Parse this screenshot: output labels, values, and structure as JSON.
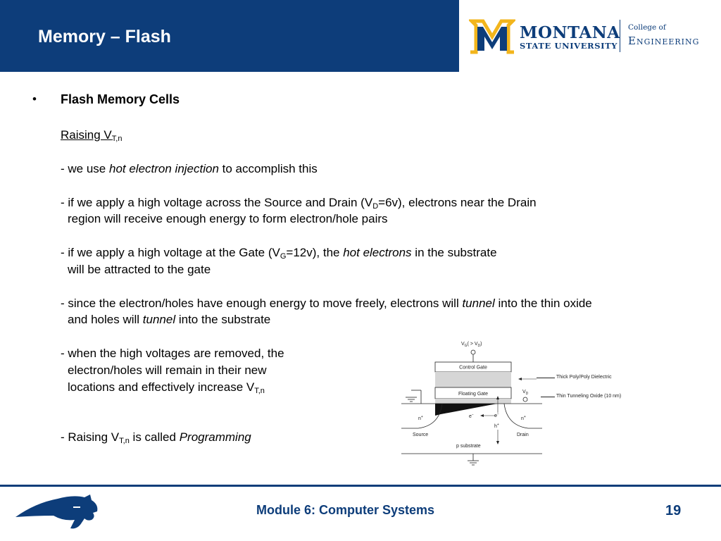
{
  "header": {
    "title": "Memory – Flash",
    "logo": {
      "line1": "MONTANA",
      "line2": "STATE UNIVERSITY",
      "line3": "College of",
      "line4": "Engineering",
      "mark": "M"
    }
  },
  "colors": {
    "brand_blue": "#0d3d7a",
    "brand_gold": "#f2b51c"
  },
  "body": {
    "bullet": "•",
    "heading": "Flash Memory Cells",
    "subheading": {
      "text": "Raising V",
      "sub": "T,n"
    },
    "p1": {
      "a": "- we use ",
      "b_italic": "hot electron injection",
      "c": " to accomplish this"
    },
    "p2": {
      "l1a": "- if we apply a high voltage across the Source and Drain (V",
      "l1sub": "D",
      "l1b": "=6v), electrons near the Drain",
      "l2": "region will receive enough energy to form electron/hole pairs"
    },
    "p3": {
      "l1a": "- if we apply a high voltage at the Gate (V",
      "l1sub": "G",
      "l1b": "=12v), the ",
      "l1italic": "hot electrons",
      "l1c": " in the substrate",
      "l2": "will be attracted to the gate"
    },
    "p4": {
      "l1a": "- since the electron/holes have enough energy to move freely, electrons will ",
      "l1italic": "tunnel",
      "l1b": " into the thin oxide",
      "l2a": "and holes will ",
      "l2italic": "tunnel",
      "l2b": " into the substrate"
    },
    "p5": {
      "l1": "- when the high voltages are removed, the",
      "l2": "electron/holes will remain in their new",
      "l3a": "locations and effectively increase V",
      "l3sub": "T,n"
    },
    "p6": {
      "a": "- Raising V",
      "sub": "T,n",
      "b": " is called ",
      "italic": "Programming"
    }
  },
  "diagram": {
    "vg_label": "V",
    "vg_sub": "G",
    "vg_rest": "( > V",
    "vg_rest_sub": "D",
    "vg_close": ")",
    "control_gate": "Control Gate",
    "floating_gate": "Floating Gate",
    "thick_dielectric": "Thick Poly/Poly Dielectric",
    "thin_oxide": "Thin Tunneling Oxide (10 nm)",
    "vd_label": "V",
    "vd_sub": "D",
    "source": "Source",
    "drain": "Drain",
    "substrate": "p substrate",
    "n_plus": "n",
    "plus": "+",
    "electron": "e",
    "hole": "h",
    "minus": "−"
  },
  "footer": {
    "module": "Module 6: Computer Systems",
    "page": "19"
  }
}
